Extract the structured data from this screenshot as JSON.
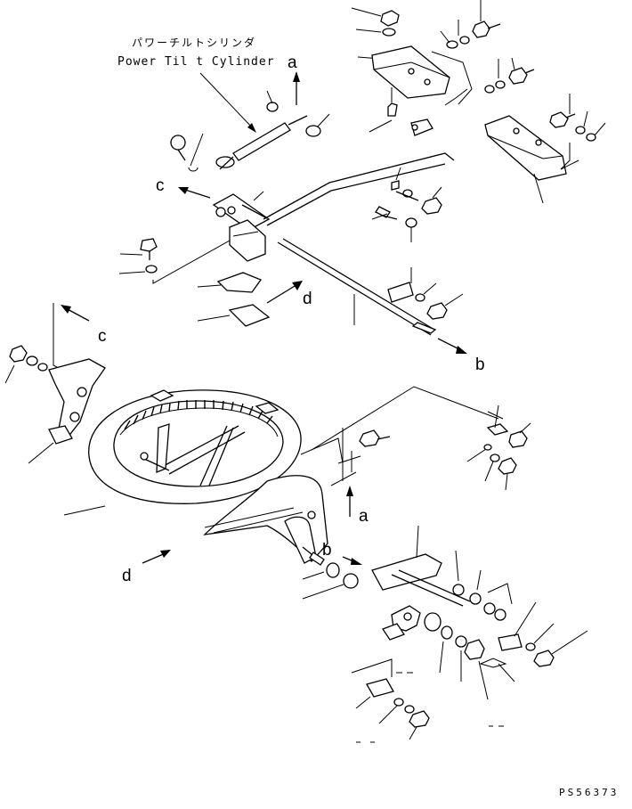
{
  "title": {
    "japanese": "パワーチルトシリンダ",
    "english": "Power Til t Cylinder"
  },
  "refs": {
    "a_top": "a",
    "c_top": "c",
    "d_top": "d",
    "c_left": "c",
    "b_right": "b",
    "a_bottom": "a",
    "b_bottom": "b",
    "d_bottom": "d"
  },
  "footer": {
    "code": "PS56373"
  }
}
